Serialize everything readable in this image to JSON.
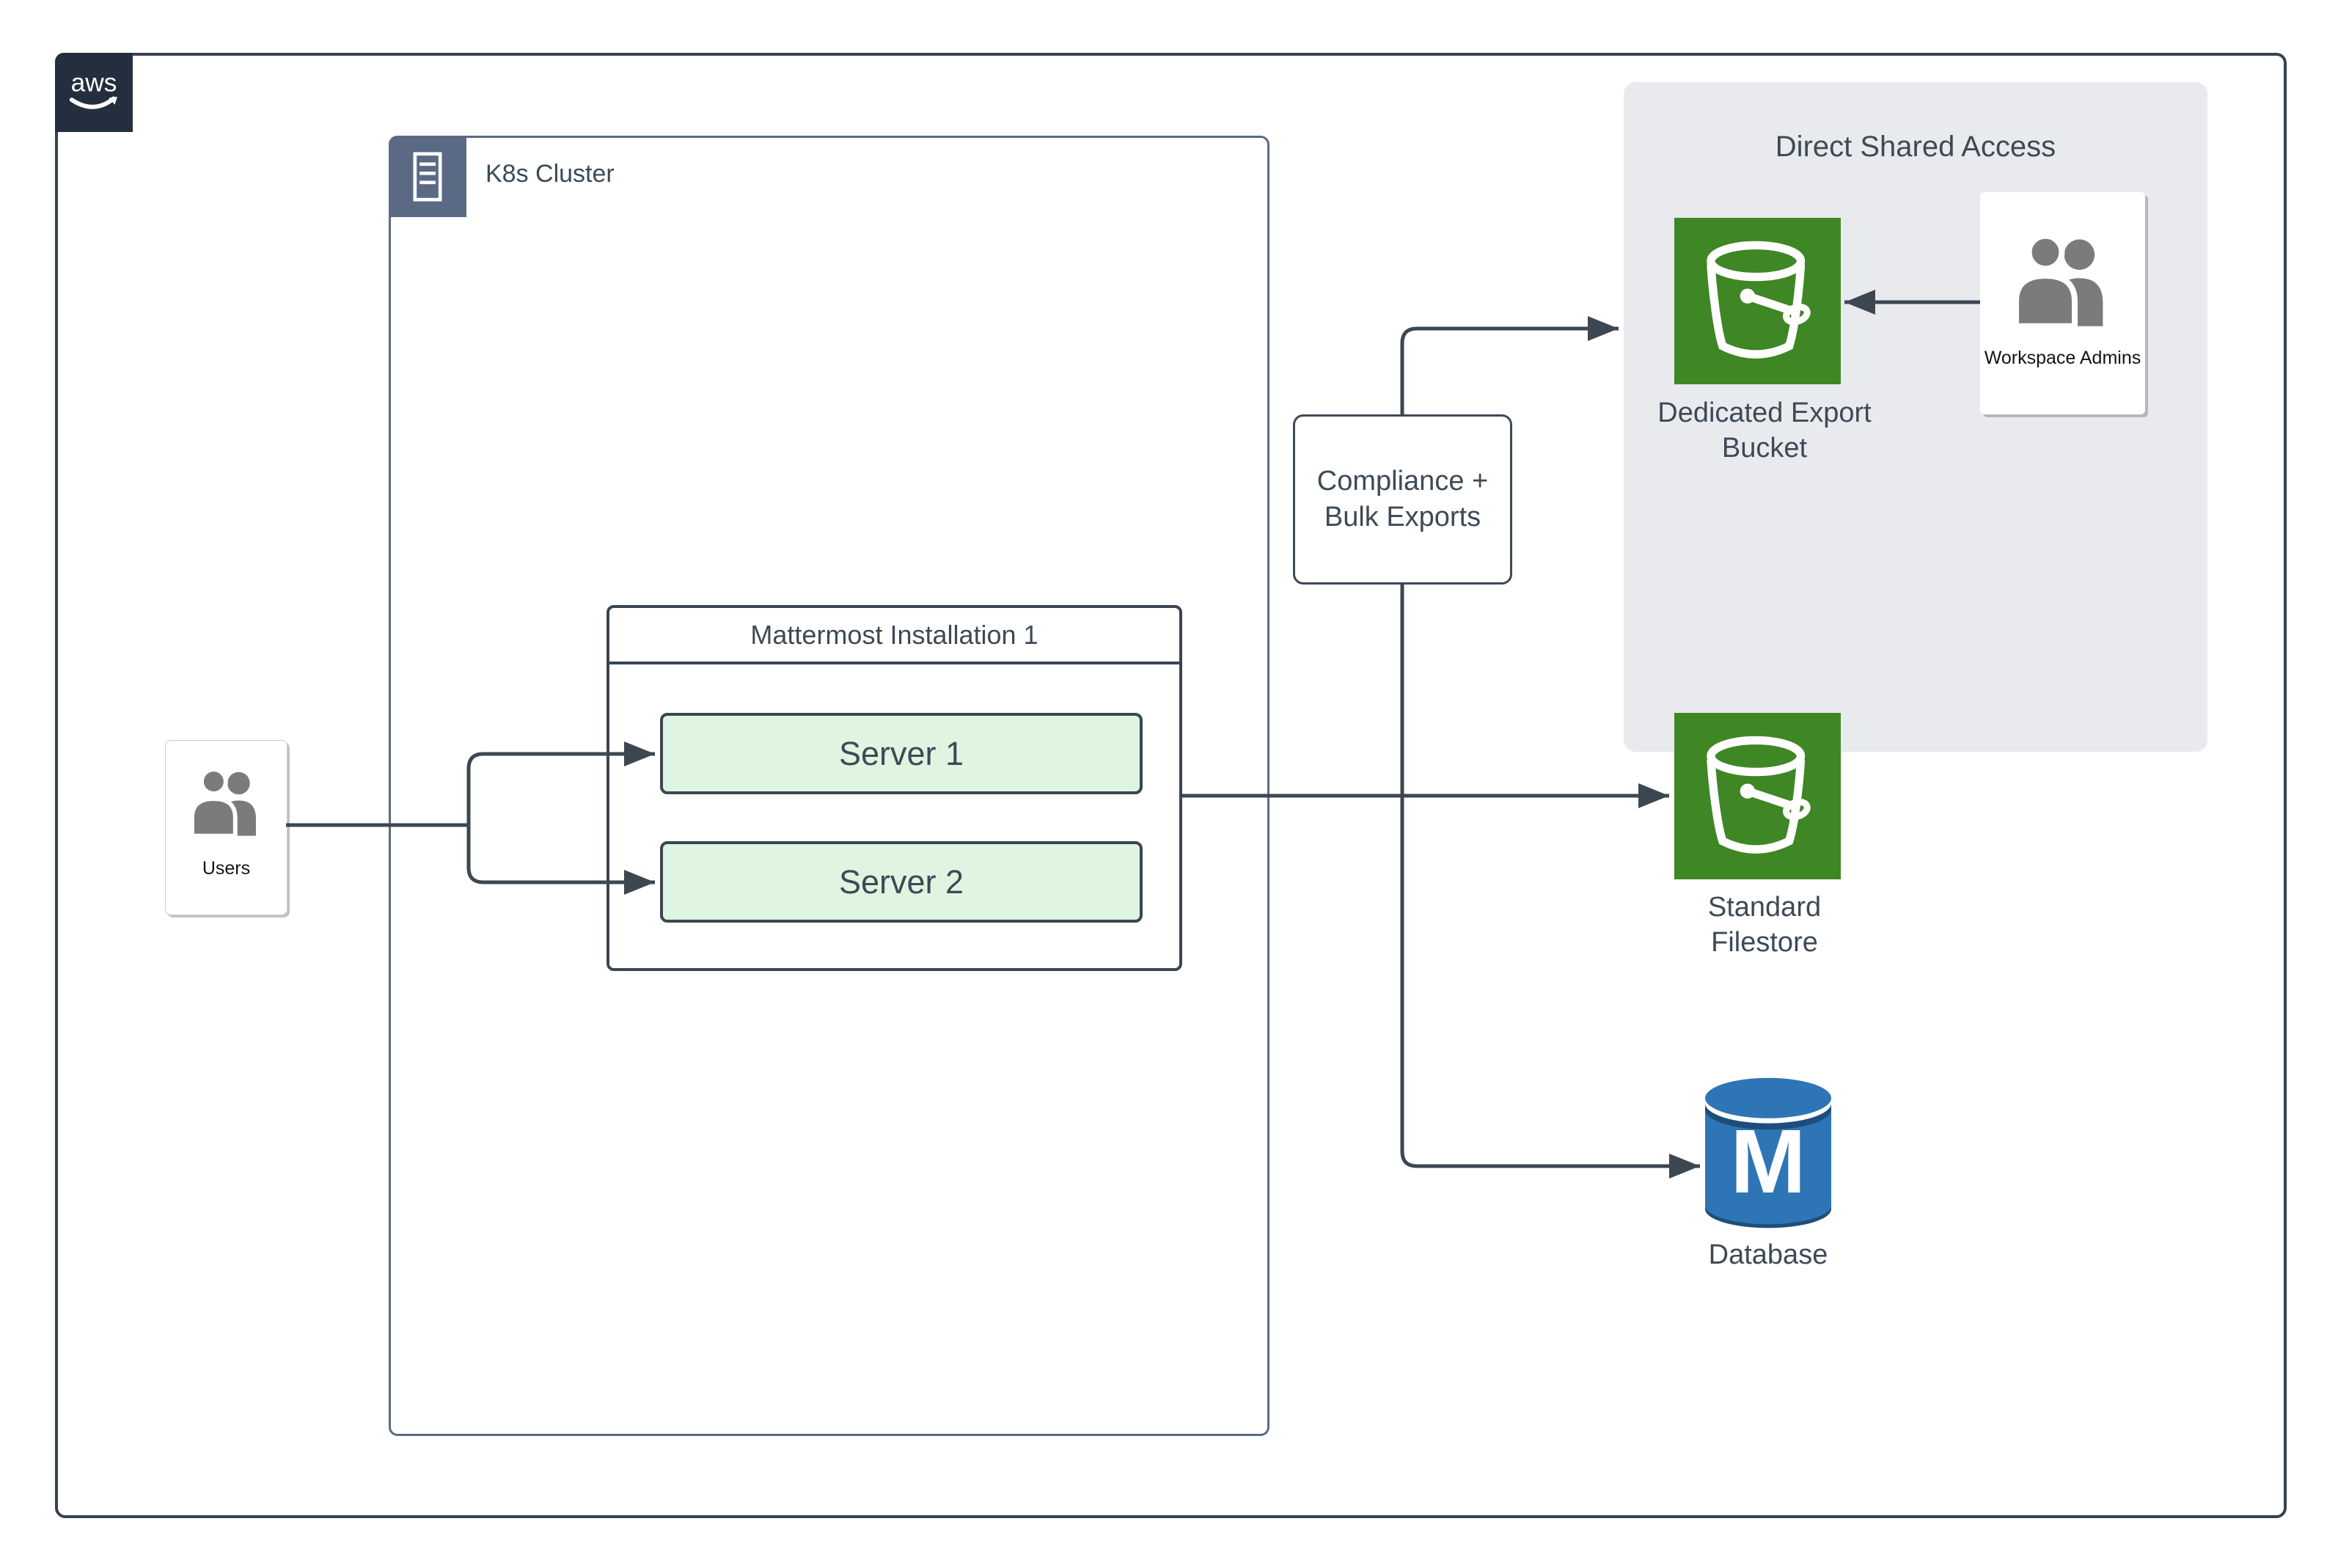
{
  "aws": {
    "logo_text": "aws"
  },
  "k8s": {
    "label": "K8s Cluster"
  },
  "mattermost": {
    "title": "Mattermost Installation 1",
    "servers": [
      "Server 1",
      "Server 2"
    ]
  },
  "users": {
    "label": "Users"
  },
  "compliance": {
    "lines": [
      "Compliance +",
      "Bulk Exports"
    ]
  },
  "dsa": {
    "title": "Direct Shared Access",
    "bucket": {
      "lines": [
        "Dedicated Export",
        "Bucket"
      ]
    },
    "admins": {
      "label": "Workspace Admins"
    }
  },
  "filestore": {
    "lines": [
      "Standard",
      "Filestore"
    ]
  },
  "database": {
    "label": "Database",
    "monogram": "M"
  },
  "colors": {
    "line": "#3D4752",
    "frame_dark": "#37424E",
    "slate": "#5A6A85",
    "aws_navy": "#232F3E",
    "server_fill": "#DFF5E1",
    "node_border": "#3A4651",
    "green": "#3F8624",
    "gray_region": "#E9EAEE",
    "icon_gray": "#7B7B7B",
    "db_blue": "#2E75B6",
    "db_blue_dark": "#1D4E79",
    "text": "#3D4A56"
  }
}
